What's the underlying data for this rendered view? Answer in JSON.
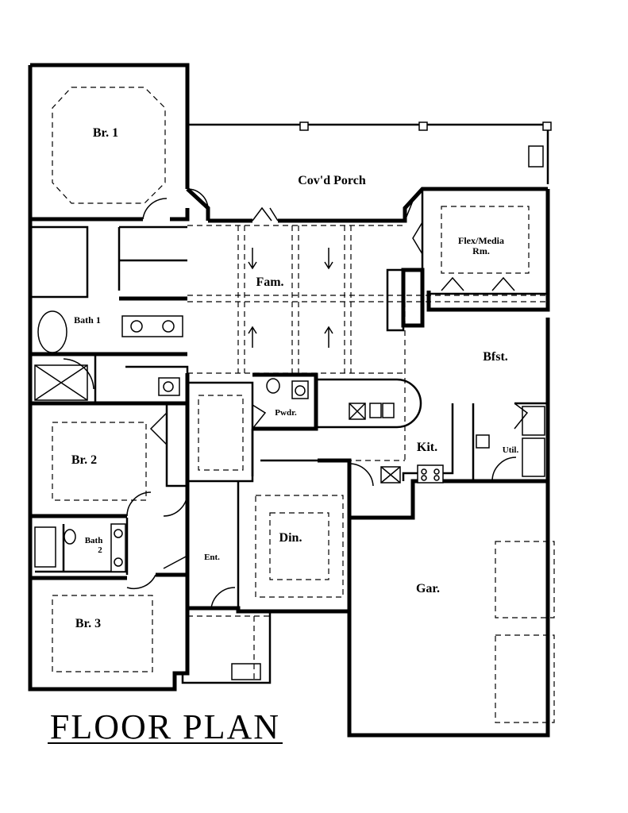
{
  "title": "FLOOR PLAN",
  "rooms": {
    "br1": "Br. 1",
    "porch": "Cov'd Porch",
    "flex_line1": "Flex/Media",
    "flex_line2": "Rm.",
    "fam": "Fam.",
    "bath1": "Bath 1",
    "bfst": "Bfst.",
    "pwdr": "Pwdr.",
    "br2": "Br. 2",
    "kit": "Kit.",
    "util": "Util.",
    "bath2_line1": "Bath",
    "bath2_line2": "2",
    "din": "Din.",
    "ent": "Ent.",
    "gar": "Gar.",
    "br3": "Br. 3"
  }
}
